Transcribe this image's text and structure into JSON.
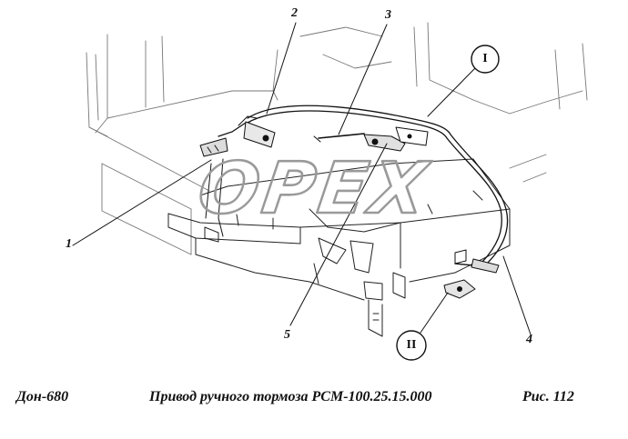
{
  "watermark": {
    "text": "OPEX"
  },
  "callouts": {
    "c1": "1",
    "c2": "2",
    "c3": "3",
    "c4": "4",
    "c5": "5",
    "detail1": "I",
    "detail2": "II"
  },
  "caption": {
    "model": "Дон-680",
    "title": "Привод ручного тормоза РСМ-100.25.15.000",
    "figure": "Рис.  112"
  }
}
